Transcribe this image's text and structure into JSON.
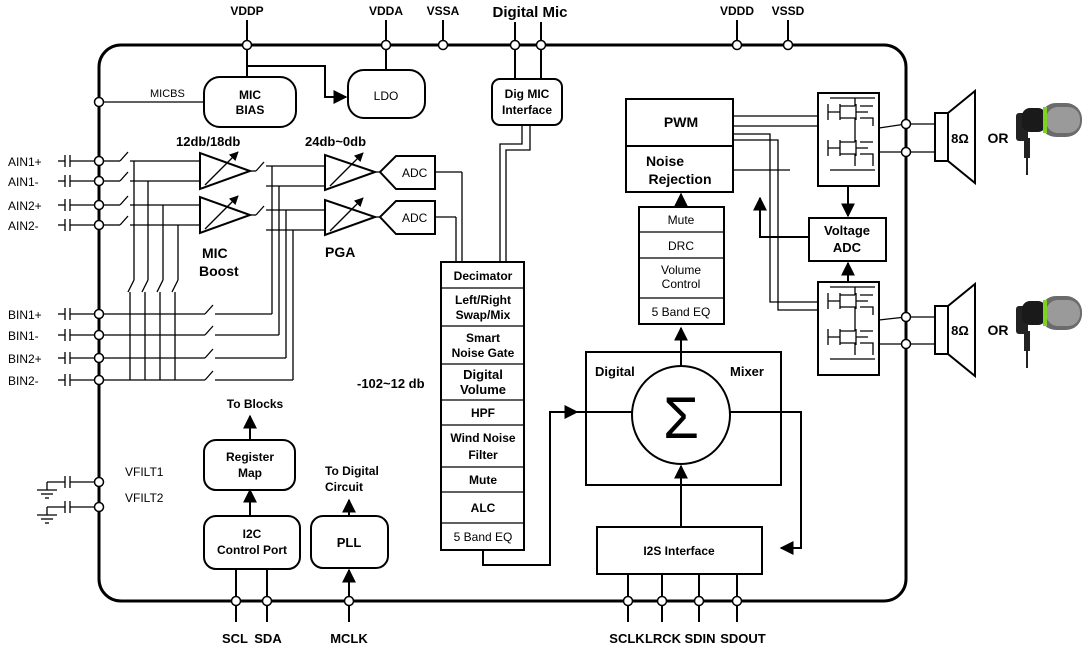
{
  "pins_top": {
    "vddp": "VDDP",
    "vdda": "VDDA",
    "vssa": "VSSA",
    "digital_mic": "Digital Mic",
    "vddd": "VDDD",
    "vssd": "VSSD"
  },
  "pins_bottom": {
    "scl": "SCL",
    "sda": "SDA",
    "mclk": "MCLK",
    "sclk": "SCLK",
    "lrck": "LRCK",
    "sdin": "SDIN",
    "sdout": "SDOUT"
  },
  "pins_left": {
    "ain1p": "AIN1+",
    "ain1m": "AIN1-",
    "ain2p": "AIN2+",
    "ain2m": "AIN2-",
    "bin1p": "BIN1+",
    "bin1m": "BIN1-",
    "bin2p": "BIN2+",
    "bin2m": "BIN2-",
    "vfilt1": "VFILT1",
    "vfilt2": "VFILT2"
  },
  "micbs_label": "MICBS",
  "mic_bias": [
    "MIC",
    "BIAS"
  ],
  "ldo": "LDO",
  "dig_mic_interface": [
    "Dig MIC",
    "Interface"
  ],
  "boost_gain": "12db/18db",
  "pga_gain": "24db~0db",
  "mic_boost": [
    "MIC",
    "Boost"
  ],
  "pga": "PGA",
  "adc": "ADC",
  "volume_range": "-102~12 db",
  "adc_chain": [
    "Decimator",
    "Left/Right|Swap/Mix",
    "Smart|Noise Gate",
    "Digital|Volume",
    "HPF",
    "Wind Noise|Filter",
    "Mute",
    "ALC",
    "5 Band EQ"
  ],
  "to_blocks": "To Blocks",
  "register_map": [
    "Register",
    "Map"
  ],
  "to_digital_circuit": [
    "To Digital",
    "Circuit"
  ],
  "i2c": [
    "I2C",
    "Control Port"
  ],
  "pll": "PLL",
  "pwm": "PWM",
  "noise_rejection": [
    "Noise",
    "Rejection"
  ],
  "dac_chain": [
    "Mute",
    "DRC",
    "Volume|Control",
    "5 Band EQ"
  ],
  "mixer_left": "Digital",
  "mixer_right": "Mixer",
  "i2s": "I2S Interface",
  "voltage_adc": [
    "Voltage",
    "ADC"
  ],
  "speaker_impedance": "8Ω",
  "or_label": "OR"
}
